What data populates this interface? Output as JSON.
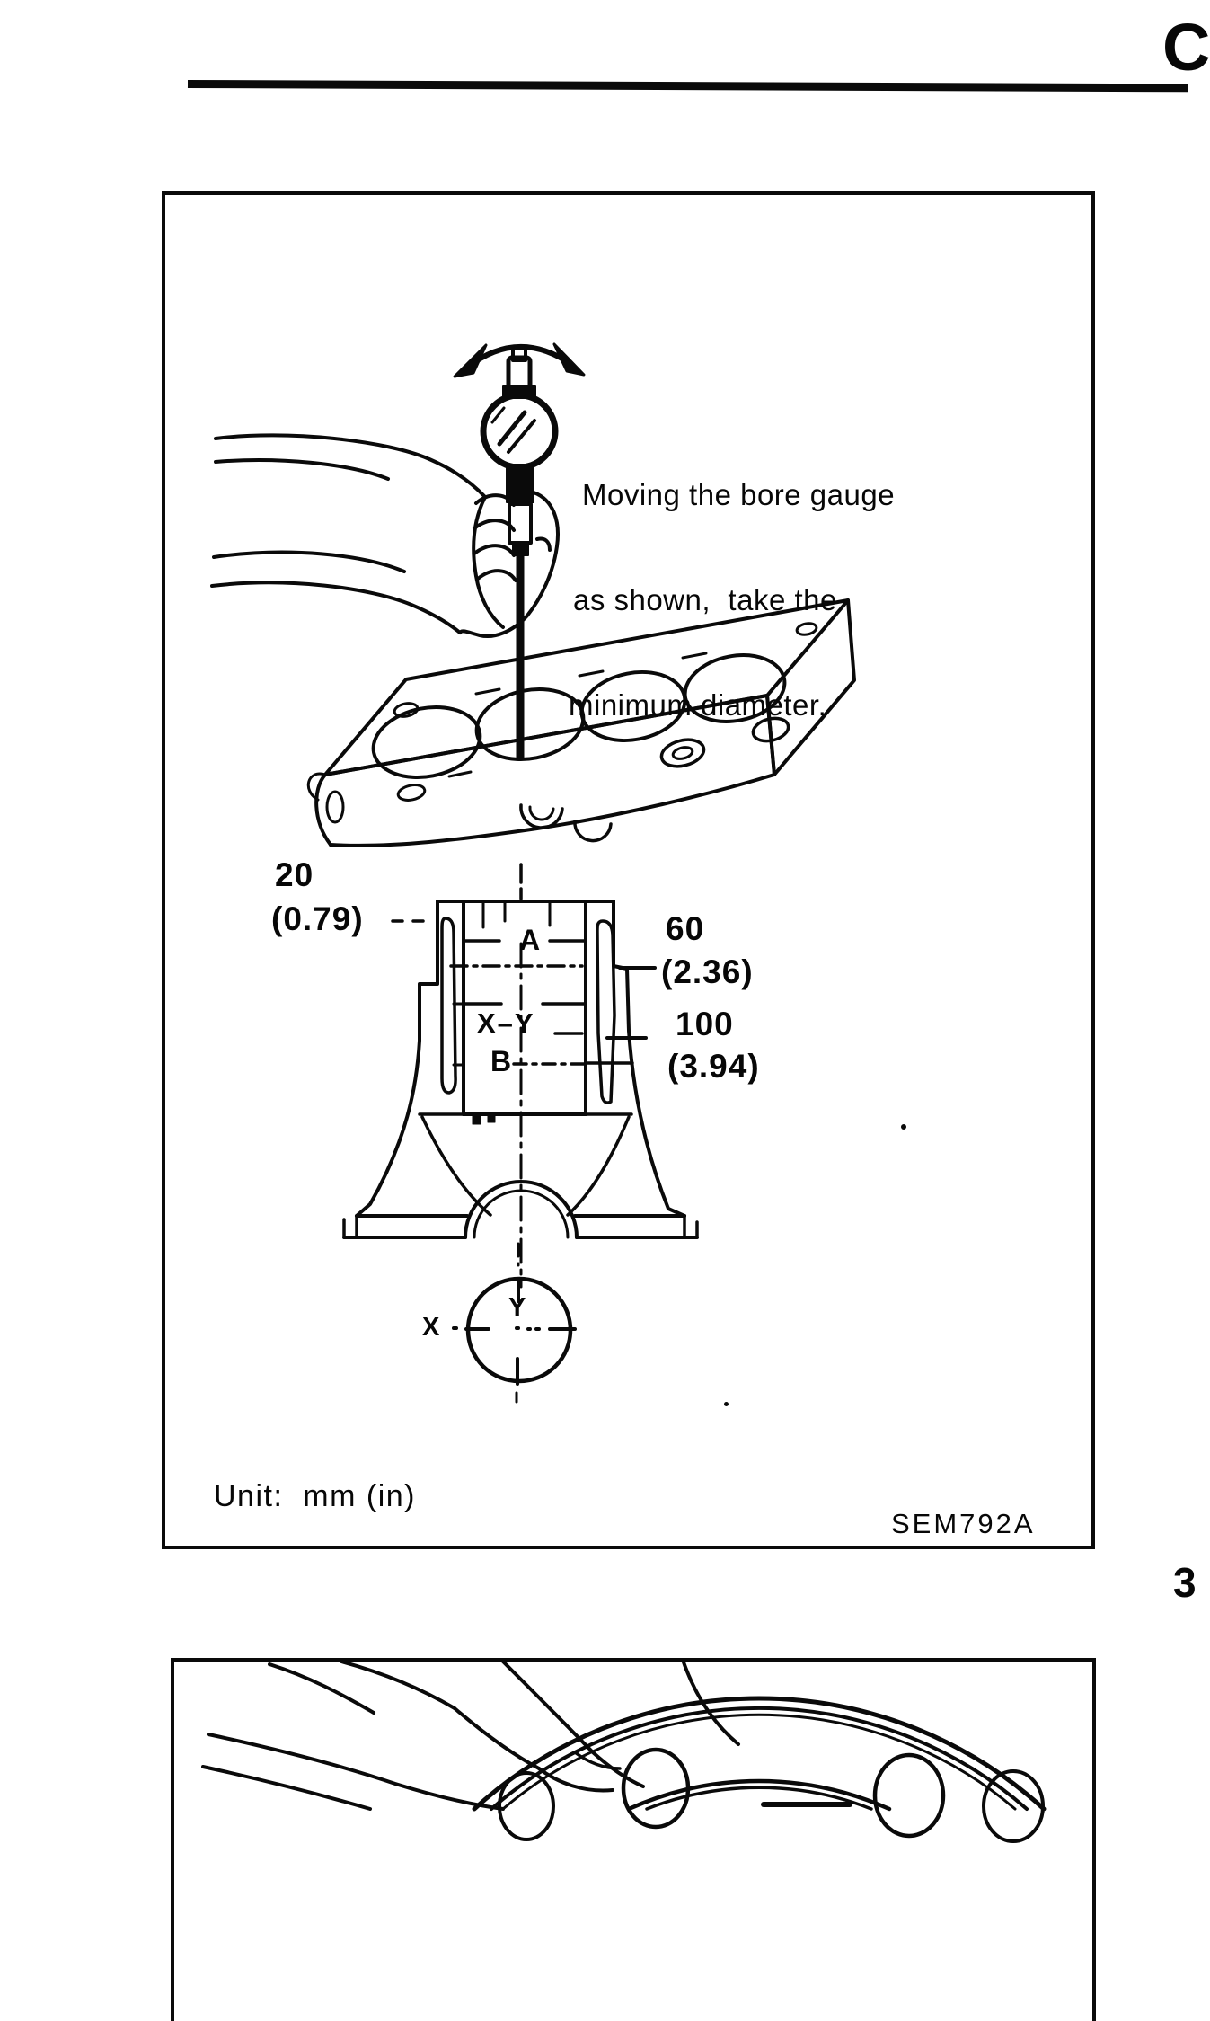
{
  "page": {
    "corner_letter": "C",
    "edge_partial_number": "3"
  },
  "figure1": {
    "caption_lines": [
      "Moving the bore gauge",
      "as shown,  take the",
      "minimum diameter."
    ],
    "dim_20_mm": "20",
    "dim_20_in": "(0.79)",
    "dim_60_mm": "60",
    "dim_60_in": "(2.36)",
    "dim_100_mm": "100",
    "dim_100_in": "(3.94)",
    "label_a": "A",
    "label_xy": "X–Y",
    "label_b": "B",
    "label_x": "X",
    "label_y": "Y",
    "unit_label": "Unit:  mm (in)",
    "figure_code": "SEM792A"
  }
}
